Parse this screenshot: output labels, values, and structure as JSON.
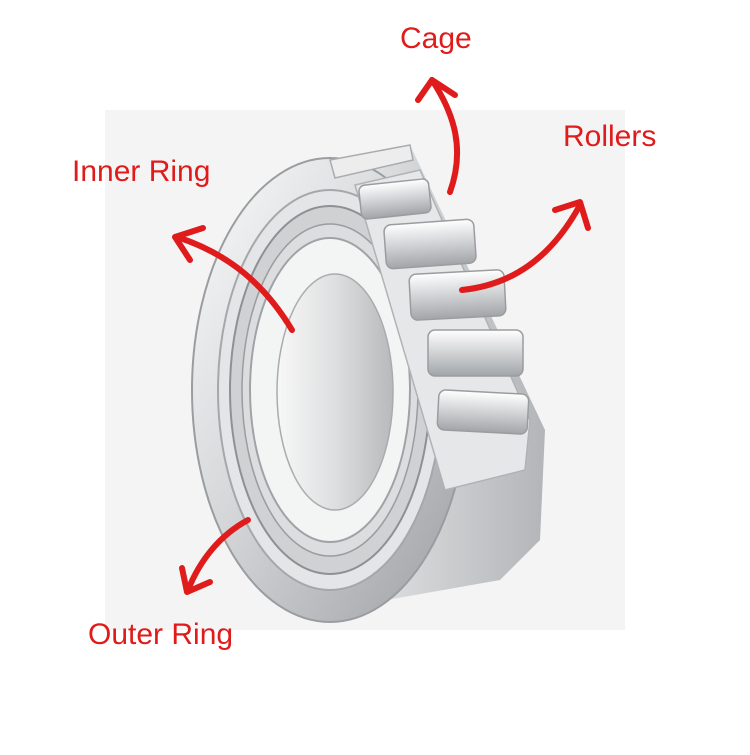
{
  "labels": {
    "cage": "Cage",
    "rollers": "Rollers",
    "inner_ring": "Inner Ring",
    "outer_ring": "Outer Ring"
  },
  "colors": {
    "annotation": "#e01b1b",
    "label_text": "#e01b1b",
    "steel_light": "#f1f2f3",
    "steel_mid": "#c9cbcd",
    "steel_dark": "#8e9194",
    "background_panel": "#f4f4f4"
  },
  "icons": {
    "arrows": "curved-red-arrow"
  }
}
